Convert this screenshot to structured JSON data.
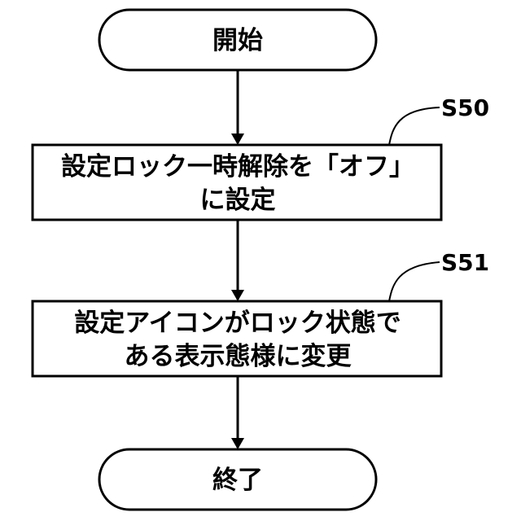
{
  "flowchart": {
    "start": {
      "label": "開始"
    },
    "step_s50": {
      "id": "S50",
      "lines": [
        "設定ロック一時解除を「オフ」",
        "に設定"
      ]
    },
    "step_s51": {
      "id": "S51",
      "lines": [
        "設定アイコンがロック状態で",
        "ある表示態様に変更"
      ]
    },
    "end": {
      "label": "終了"
    }
  },
  "colors": {
    "stroke": "#000000",
    "fill": "#ffffff",
    "text": "#000000"
  }
}
